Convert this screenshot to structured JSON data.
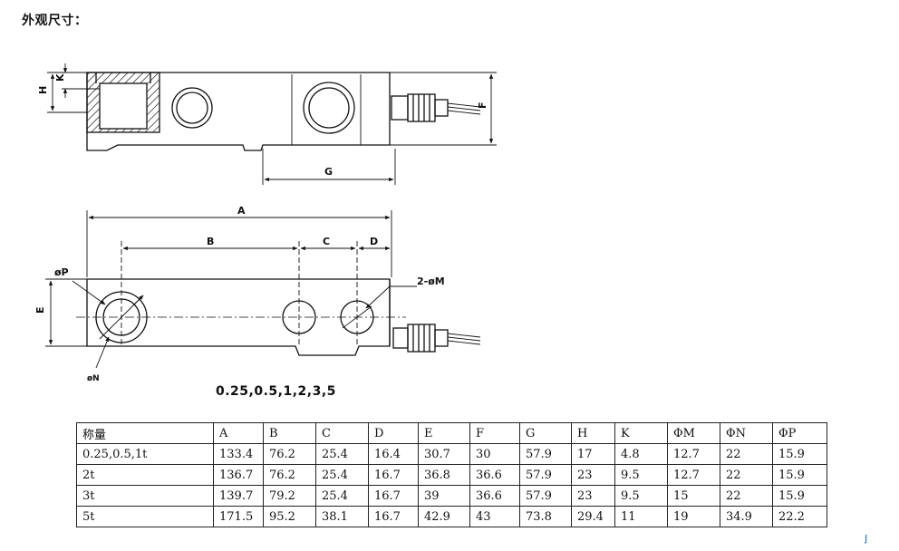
{
  "page": {
    "heading": "外观尺寸："
  },
  "drawing": {
    "labels": {
      "H": "H",
      "K": "K",
      "F": "F",
      "G": "G",
      "A": "A",
      "B": "B",
      "C": "C",
      "D": "D",
      "E": "E",
      "phiP": "øP",
      "phiM": "2-øM",
      "phiN": "øN"
    },
    "models": "0.25,0.5,1,2,3,5"
  },
  "table": {
    "headers": [
      "称量",
      "A",
      "B",
      "C",
      "D",
      "E",
      "F",
      "G",
      "H",
      "K",
      "ΦM",
      "ΦN",
      "ΦP"
    ],
    "rows": [
      [
        "0.25,0.5,1t",
        "133.4",
        "76.2",
        "25.4",
        "16.4",
        "30.7",
        "30",
        "57.9",
        "17",
        "4.8",
        "12.7",
        "22",
        "15.9"
      ],
      [
        "2t",
        "136.7",
        "76.2",
        "25.4",
        "16.7",
        "36.8",
        "36.6",
        "57.9",
        "23",
        "9.5",
        "12.7",
        "22",
        "15.9"
      ],
      [
        "3t",
        "139.7",
        "79.2",
        "25.4",
        "16.7",
        "39",
        "36.6",
        "57.9",
        "23",
        "9.5",
        "15",
        "22",
        "15.9"
      ],
      [
        "5t",
        "171.5",
        "95.2",
        "38.1",
        "16.7",
        "42.9",
        "43",
        "73.8",
        "29.4",
        "11",
        "19",
        "34.9",
        "22.2"
      ]
    ]
  },
  "corner_mark": "ȷ"
}
